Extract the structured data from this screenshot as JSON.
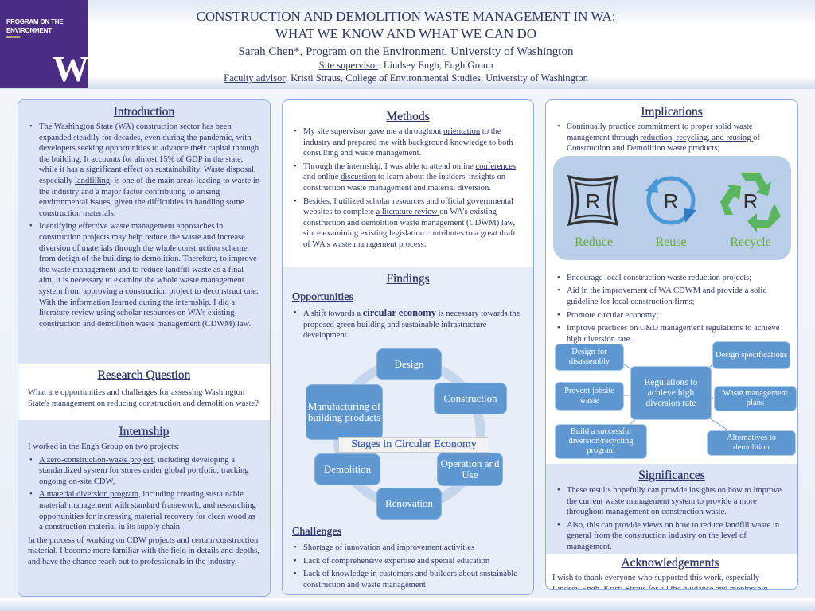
{
  "header": {
    "logo_text": "PROGRAM ON THE ENVIRONMENT",
    "logo_letter": "W",
    "title_line1": "CONSTRUCTION AND DEMOLITION WASTE MANAGEMENT IN WA:",
    "title_line2": "WHAT WE KNOW AND WHAT WE CAN DO",
    "author": "Sarah Chen*, Program on the Environment, University of Washington",
    "site_label": "Site supervisor",
    "site_value": ": Lindsey Engh, Engh Group",
    "faculty_label": "Faculty advisor",
    "faculty_value": ": Kristi Straus, College of Environmental Studies, University of Washington"
  },
  "introduction": {
    "heading": "Introduction",
    "b1_pre": "The Washington State (WA) construction sector has been expanded steadily for decades, even during the pandemic, with developers seeking opportunities to advance their capital through the building. It accounts for almost 15% of GDP in the state, while it has a significant effect on sustainability. Waste disposal, especially ",
    "b1_u": "landfilling",
    "b1_post": ", is one of the main areas leading to waste in the industry and a major factor contributing to arising environmental issues, given the difficulties in handling some construction materials.",
    "b2": "Identifying effective waste management approaches in construction projects may help reduce the waste and increase diversion of materials through the whole construction scheme, from design of the building to demolition. Therefore, to improve the waste management and to reduce landfill waste as a final aim, it is necessary to examine the whole waste management system from approving a construction project to deconstruct one. With the information learned during the internship, I did a literature review using scholar resources on WA's existing construction and demolition waste management (CDWM) law."
  },
  "research_question": {
    "heading": "Research Question",
    "text": "What are opportunities and challenges for assessing Washington State's management on reducing construction and demolition waste?"
  },
  "internship": {
    "heading": "Internship",
    "intro": "I worked in the Engh Group on two projects:",
    "b1_u": "A zero-construction-waste project",
    "b1_post": ", including developing a standardized system for stores under global portfolio, tracking ongoing on-site CDW,",
    "b2_u": "A material diversion program",
    "b2_post": ", including creating sustainable material management with standard framework, and researching opportunities for increasing material recovery for clean wood as a construction material in its supply chain.",
    "closing": "In the process of working on CDW projects and certain construction material, I become more familiar with the field in details and depths, and have the chance reach out to professionals in the industry."
  },
  "methods": {
    "heading": "Methods",
    "b1_pre": "My site supervisor gave me a throughout ",
    "b1_u": "orientation",
    "b1_post": " to the industry and prepared me with background knowledge to both consulting and waste management.",
    "b2_pre": "Through the internship, I was able to attend online ",
    "b2_u1": "conferences",
    "b2_mid": " and online ",
    "b2_u2": "discussion",
    "b2_post": " to learn about the insiders' insights on construction waste management and material diversion.",
    "b3_pre": "Besides, I utilized scholar resources and official governmental websites to complete ",
    "b3_u": "a literature review ",
    "b3_post": "on WA's existing construction and demolition waste management (CDWM) law, since examining existing legislation contributes to a great draft of WA's waste management process."
  },
  "findings": {
    "heading": "Findings",
    "opp_heading": "Opportunities",
    "opp_pre": "A shift towards a ",
    "opp_big": "circular economy",
    "opp_post": " is necessary towards the proposed green building and sustainable infrastructure development.",
    "cycle_title": "Stages in Circular Economy",
    "stages": [
      "Design",
      "Construction",
      "Operation and Use",
      "Renovation",
      "Demolition",
      "Manufacturing of building products"
    ],
    "chal_heading": "Challenges",
    "challenges": [
      "Shortage of innovation and improvement activities",
      "Lack of comprehensive expertise and special education",
      "Lack of knowledge in customers and builders about sustainable construction and waste management"
    ]
  },
  "implications": {
    "heading": "Implications",
    "b1_pre": "Continually practice commitment to proper solid waste management through ",
    "b1_u": "reduction, recycling, and reusing ",
    "b1_post": "of Construction and Demolition waste products;",
    "rrr": [
      "Reduce",
      "Reuse",
      "Recycle"
    ],
    "icon_letter": "R",
    "bullets": [
      "Encourage local construction waste reduction projects;",
      "Aid in the improvement of WA CDWM and provide a solid guideline for local construction firms;",
      "Promote circular economy;",
      "Improve practices on C&D management regulations to achieve high diversion rate."
    ],
    "reg_center": "Regulations to achieve high diversion rate",
    "reg_items": [
      "Design for disassembly",
      "Prevent jobsite waste",
      "Build a successful diversion/recycling program",
      "Design specifications",
      "Waste management plans",
      "Alternatives to demolition"
    ]
  },
  "significances": {
    "heading": "Significances",
    "bullets": [
      "These results hopefully can provide insights on how to improve the current waste management system to provide a more throughout management on construction waste.",
      "Also, this can provide views on how to reduce landfill waste in general from the construction industry on the level of management."
    ]
  },
  "acknowledgements": {
    "heading": "Acknowledgements",
    "text": "I wish to thank everyone who supported this work, especially Lindsey Engh, Kristi Straus for all the guidance and mentorship."
  },
  "colors": {
    "purple": "#4b2e83",
    "text": "#2d3566",
    "box": "#5f97d0",
    "green": "#6aaa3c"
  }
}
